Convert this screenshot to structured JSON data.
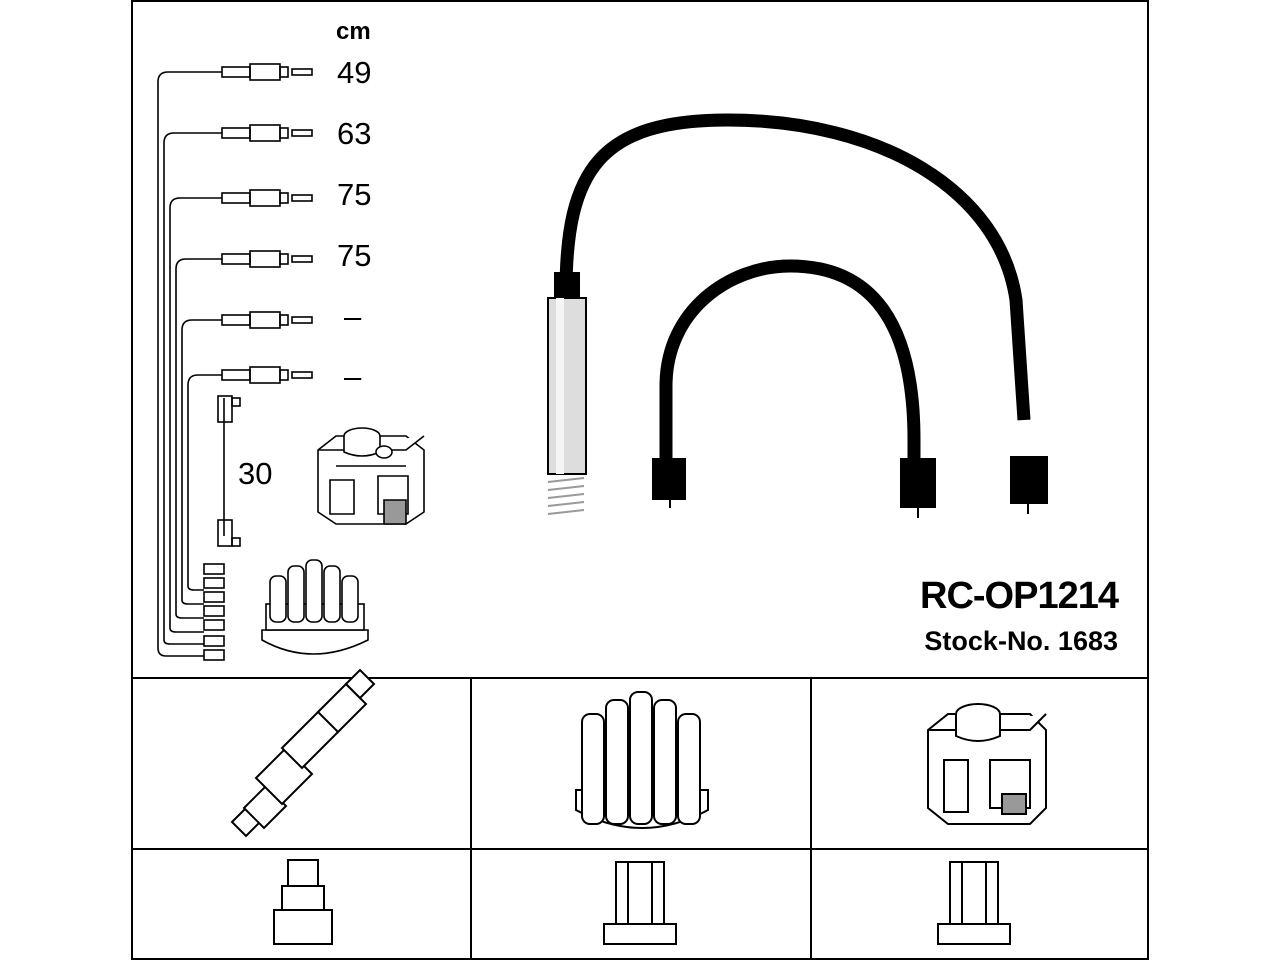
{
  "unit_label": "cm",
  "wire_lengths": [
    "49",
    "63",
    "75",
    "75",
    "–",
    "–"
  ],
  "coil_lead_length": "30",
  "part_number": "RC-OP1214",
  "stock_number": "Stock-No. 1683",
  "icons": {
    "main_parts": [
      "ignition-lead-set-icon",
      "spark-plug-boot-icon",
      "ignition-coil-icon",
      "distributor-cap-icon"
    ],
    "compatibility_row": [
      "spark-plug-icon",
      "distributor-cap-icon",
      "ignition-coil-icon"
    ],
    "connector_row": [
      "plug-terminal-icon",
      "cap-terminal-icon",
      "coil-terminal-icon"
    ]
  }
}
